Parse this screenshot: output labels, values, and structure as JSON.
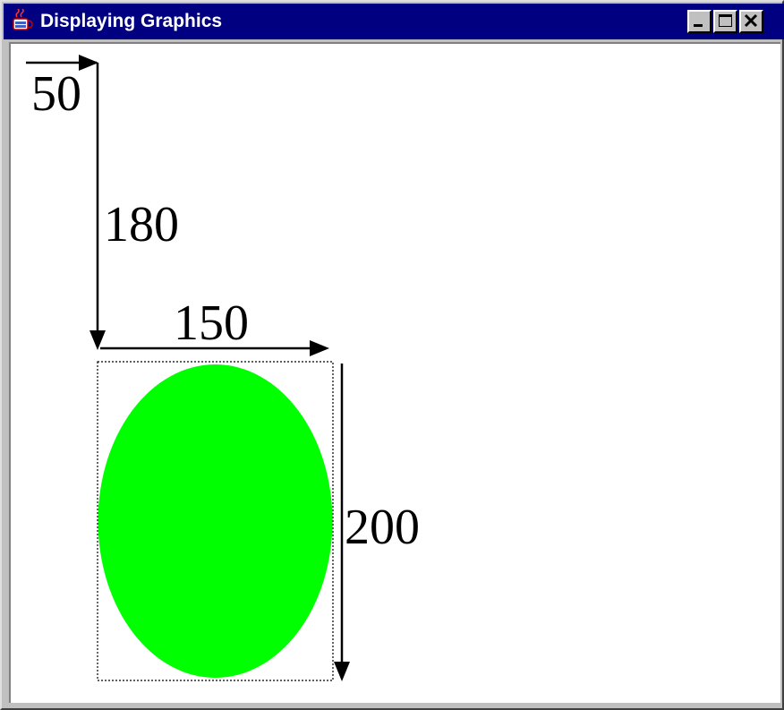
{
  "window": {
    "title": "Displaying Graphics",
    "app_icon": "java-cup-icon",
    "controls": {
      "minimize": "minimize-icon",
      "maximize": "maximize-icon",
      "close": "close-icon"
    }
  },
  "annotations": {
    "x_offset": "50",
    "y_offset": "180",
    "width": "150",
    "height": "200"
  },
  "oval": {
    "fill_color": "#00ff00"
  },
  "colors": {
    "titlebar": "#000080",
    "background": "#ffffff",
    "frame": "#c0c0c0"
  }
}
